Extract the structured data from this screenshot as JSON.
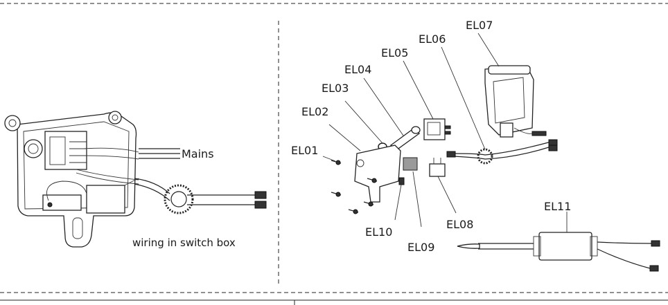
{
  "left_panel": {
    "mains_label": "Mains",
    "caption": "wiring in switch box"
  },
  "right_panel": {
    "labels": {
      "el01": "EL01",
      "el02": "EL02",
      "el03": "EL03",
      "el04": "EL04",
      "el05": "EL05",
      "el06": "EL06",
      "el07": "EL07",
      "el08": "EL08",
      "el09": "EL09",
      "el10": "EL10",
      "el11": "EL11"
    }
  }
}
